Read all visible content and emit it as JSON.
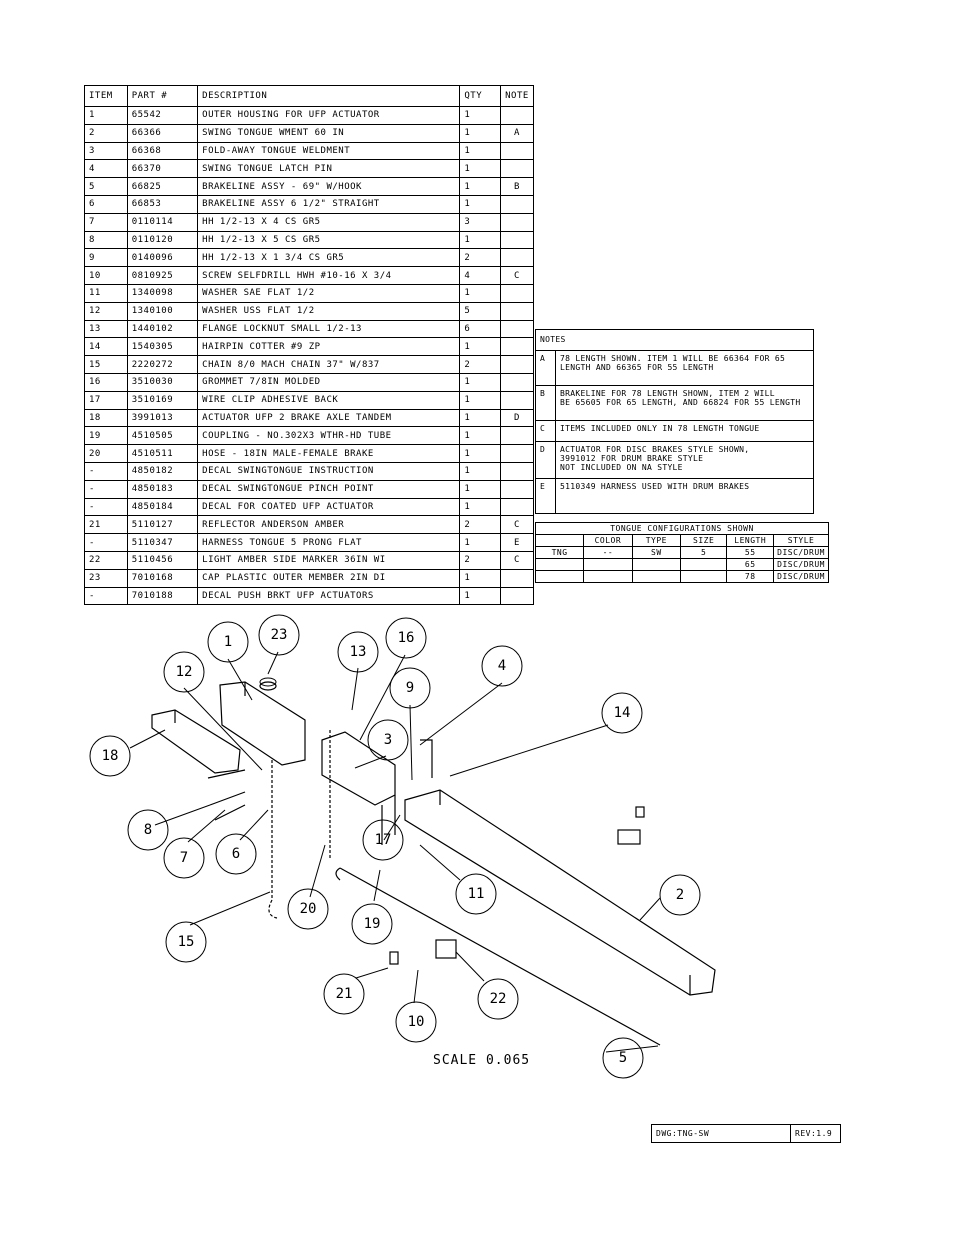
{
  "bom": {
    "headers": [
      "ITEM",
      "PART #",
      "DESCRIPTION",
      "QTY",
      "NOTE"
    ],
    "rows": [
      [
        "1",
        "65542",
        "OUTER HOUSING FOR UFP ACTUATOR",
        "1",
        ""
      ],
      [
        "2",
        "66366",
        "SWING TONGUE WMENT 60 IN",
        "1",
        "A"
      ],
      [
        "3",
        "66368",
        "FOLD-AWAY TONGUE WELDMENT",
        "1",
        ""
      ],
      [
        "4",
        "66370",
        "SWING TONGUE LATCH PIN",
        "1",
        ""
      ],
      [
        "5",
        "66825",
        "BRAKELINE ASSY - 69\" W/HOOK",
        "1",
        "B"
      ],
      [
        "6",
        "66853",
        "BRAKELINE ASSY 6 1/2\" STRAIGHT",
        "1",
        ""
      ],
      [
        "7",
        "0110114",
        "HH 1/2-13 X 4 CS GR5",
        "3",
        ""
      ],
      [
        "8",
        "0110120",
        "HH 1/2-13 X 5 CS GR5",
        "1",
        ""
      ],
      [
        "9",
        "0140096",
        "HH 1/2-13 X 1 3/4 CS GR5",
        "2",
        ""
      ],
      [
        "10",
        "0810925",
        "SCREW SELFDRILL HWH #10-16 X 3/4",
        "4",
        "C"
      ],
      [
        "11",
        "1340098",
        "WASHER SAE FLAT 1/2",
        "1",
        ""
      ],
      [
        "12",
        "1340100",
        "WASHER USS FLAT 1/2",
        "5",
        ""
      ],
      [
        "13",
        "1440102",
        "FLANGE LOCKNUT SMALL 1/2-13",
        "6",
        ""
      ],
      [
        "14",
        "1540305",
        "HAIRPIN COTTER #9 ZP",
        "1",
        ""
      ],
      [
        "15",
        "2220272",
        "CHAIN 8/0 MACH CHAIN 37\" W/837",
        "2",
        ""
      ],
      [
        "16",
        "3510030",
        "GROMMET 7/8IN MOLDED",
        "1",
        ""
      ],
      [
        "17",
        "3510169",
        "WIRE CLIP  ADHESIVE BACK",
        "1",
        ""
      ],
      [
        "18",
        "3991013",
        "ACTUATOR UFP 2 BRAKE AXLE TANDEM",
        "1",
        "D"
      ],
      [
        "19",
        "4510505",
        "COUPLING - NO.302X3 WTHR-HD TUBE",
        "1",
        ""
      ],
      [
        "20",
        "4510511",
        "HOSE - 18IN MALE-FEMALE BRAKE",
        "1",
        ""
      ],
      [
        "-",
        "4850182",
        "DECAL SWINGTONGUE INSTRUCTION",
        "1",
        ""
      ],
      [
        "-",
        "4850183",
        "DECAL SWINGTONGUE PINCH POINT",
        "1",
        ""
      ],
      [
        "-",
        "4850184",
        "DECAL FOR COATED UFP ACTUATOR",
        "1",
        ""
      ],
      [
        "21",
        "5110127",
        "REFLECTOR ANDERSON AMBER",
        "2",
        "C"
      ],
      [
        "-",
        "5110347",
        "HARNESS  TONGUE 5 PRONG FLAT",
        "1",
        "E"
      ],
      [
        "22",
        "5110456",
        "LIGHT AMBER SIDE MARKER  36IN WI",
        "2",
        "C"
      ],
      [
        "23",
        "7010168",
        "CAP  PLASTIC OUTER MEMBER 2IN DI",
        "1",
        ""
      ],
      [
        "-",
        "7010188",
        "DECAL PUSH BRKT UFP ACTUATORS",
        "1",
        ""
      ]
    ]
  },
  "notes": {
    "title": "NOTES",
    "items": [
      {
        "key": "A",
        "text": "78 LENGTH SHOWN.  ITEM 1 WILL BE 66364 FOR 65\nLENGTH AND 66365 FOR 55 LENGTH"
      },
      {
        "key": "B",
        "text": "BRAKELINE FOR 78 LENGTH SHOWN, ITEM 2 WILL\nBE 65605 FOR 65 LENGTH, AND 66824 FOR 55 LENGTH"
      },
      {
        "key": "C",
        "text": "ITEMS INCLUDED ONLY IN 78 LENGTH TONGUE"
      },
      {
        "key": "D",
        "text": "ACTUATOR FOR DISC BRAKES STYLE SHOWN,\n3991012 FOR DRUM BRAKE STYLE\nNOT INCLUDED ON NA STYLE"
      },
      {
        "key": "E",
        "text": "5110349 HARNESS USED WITH DRUM BRAKES"
      }
    ]
  },
  "config": {
    "title": "TONGUE CONFIGURATIONS SHOWN",
    "headers": [
      "",
      "COLOR",
      "TYPE",
      "SIZE",
      "LENGTH",
      "STYLE"
    ],
    "rows": [
      [
        "TNG",
        "--",
        "SW",
        "5",
        "55",
        "DISC/DRUM"
      ],
      [
        "",
        "",
        "",
        "",
        "65",
        "DISC/DRUM"
      ],
      [
        "",
        "",
        "",
        "",
        "78",
        "DISC/DRUM"
      ]
    ]
  },
  "drawing": {
    "scale_label": "SCALE  0.065",
    "callouts": [
      "1",
      "2",
      "3",
      "4",
      "5",
      "6",
      "7",
      "8",
      "9",
      "10",
      "11",
      "12",
      "13",
      "14",
      "15",
      "16",
      "17",
      "18",
      "19",
      "20",
      "21",
      "22",
      "23"
    ]
  },
  "title_block": {
    "dwg": "DWG:TNG-SW",
    "rev": "REV:1.9"
  }
}
